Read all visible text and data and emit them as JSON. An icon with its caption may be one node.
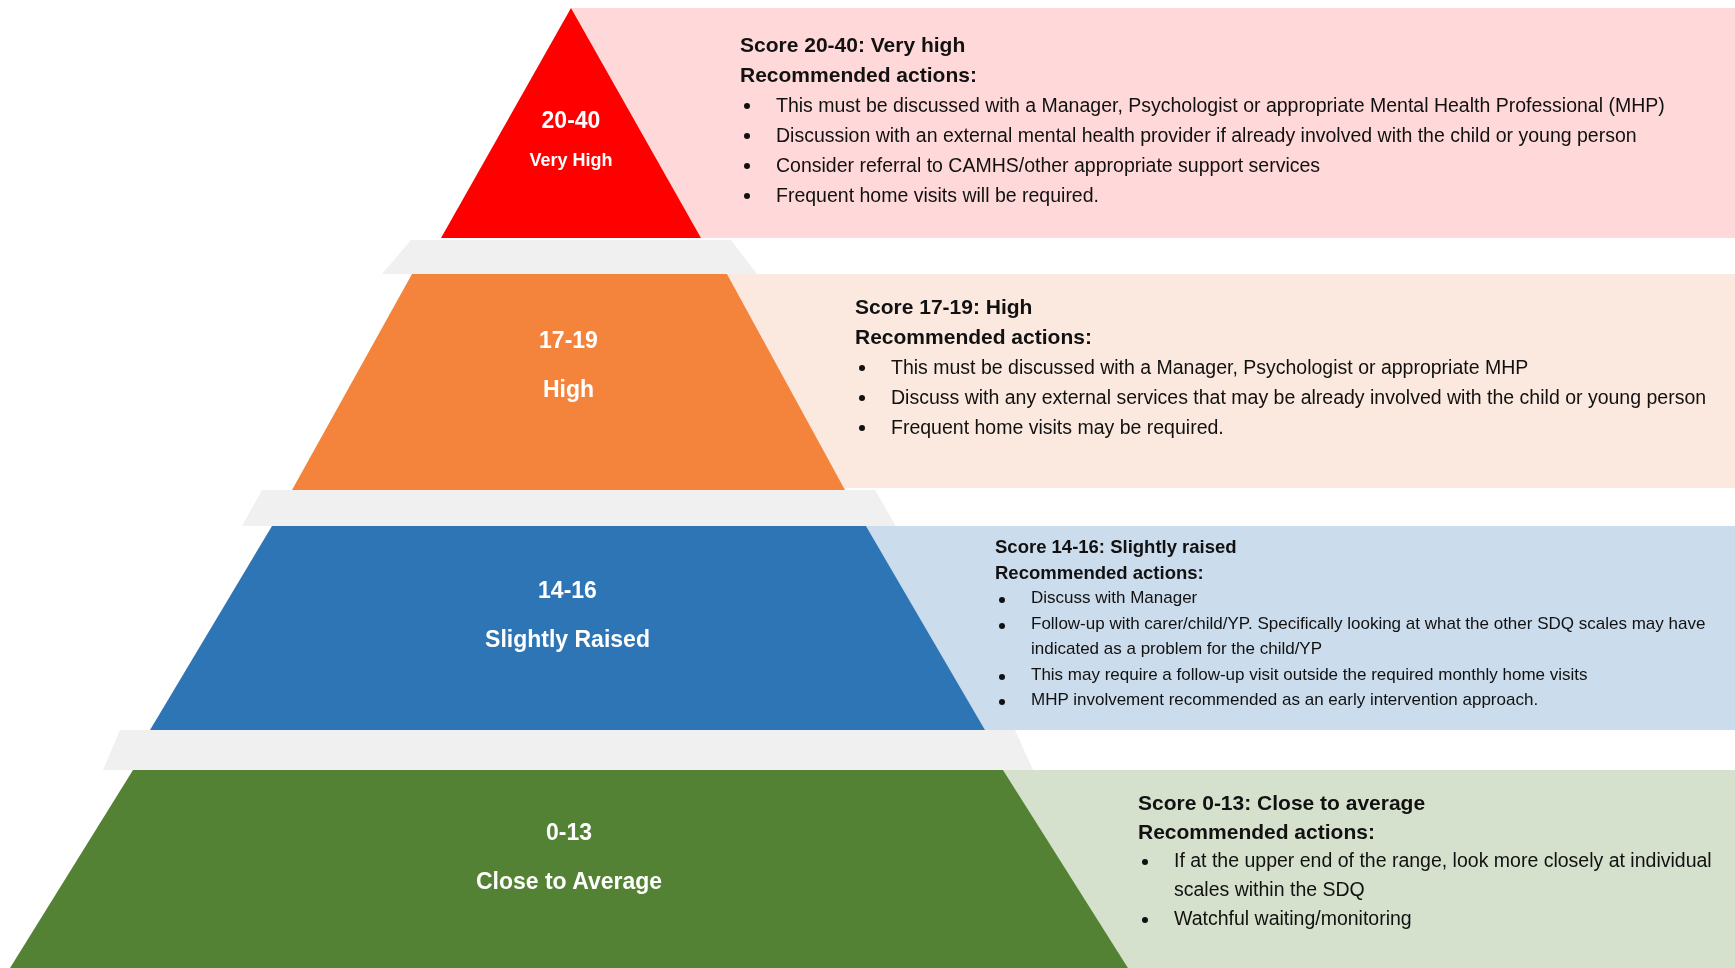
{
  "diagram": {
    "nodes": [
      {
        "text": [
          "20-40",
          "Very High"
        ]
      },
      {
        "text": [
          "Score 20-40: Very high",
          "Recommended actions:",
          "This must be discussed with a Manager, Psychologist or appropriate Mental Health Professional (MHP)",
          "Discussion with an external mental health provider if already involved with the child or young person",
          "Consider referral to CAMHS/other appropriate support services",
          "Frequent home visits will be required."
        ]
      },
      {
        "text": [],
        "shape": "bar"
      },
      {
        "text": [
          "17-19",
          "High"
        ]
      },
      {
        "text": [
          "Score 17-19: High",
          "Recommended actions:",
          "This must be discussed with a Manager, Psychologist or appropriate MHP",
          "Discuss with any external services that may be already involved with the child or young person",
          "Frequent home visits may be required."
        ]
      },
      {
        "text": [],
        "shape": "bar"
      },
      {
        "text": [
          "14-16",
          "Slightly Raised"
        ]
      },
      {
        "text": [
          "Score 14-16: Slightly raised",
          "Recommended actions:",
          "Discuss with Manager",
          "Follow-up with carer/child/YP. Specifically looking at what the other SDQ scales may have indicated as a problem for the child/YP",
          "This may require a follow-up visit outside the required monthly home visits",
          "MHP involvement recommended as an early intervention approach."
        ]
      },
      {
        "text": [],
        "shape": "bar"
      },
      {
        "text": [
          "0-13",
          "Close to Average"
        ]
      },
      {
        "text": [
          "Score 0-13: Close to average",
          "Recommended actions:",
          "If at the upper end of the range, look more closely at individual scales within the SDQ",
          "Watchful waiting/monitoring"
        ]
      }
    ]
  }
}
